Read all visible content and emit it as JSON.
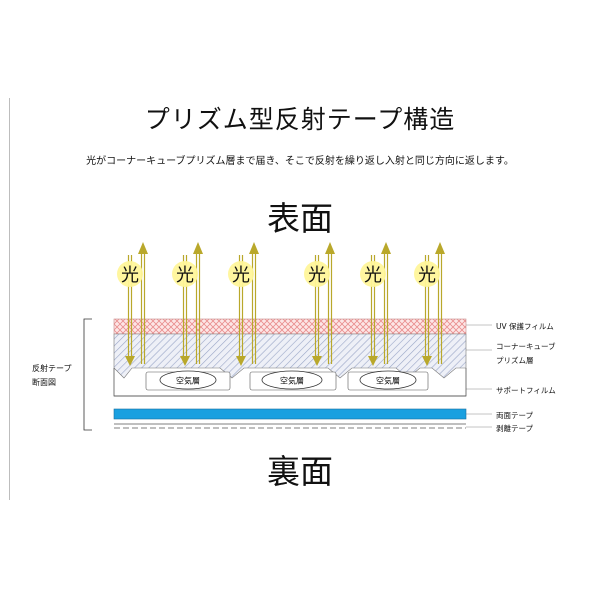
{
  "title": "プリズム型反射テープ構造",
  "description": "光がコーナーキューブプリズム層まで届き、そこで反射を繰り返し入射と同じ方向に返します。",
  "front_label": "表面",
  "back_label": "裏面",
  "side_label": [
    "反射テープ",
    "断面図"
  ],
  "light_label": "光",
  "air_label": "空気層",
  "layers": [
    {
      "label": "UV 保護フィルム"
    },
    {
      "label": "コーナーキューブ"
    },
    {
      "label": "プリズム層"
    },
    {
      "label": "サポートフィルム"
    },
    {
      "label": "両面テープ"
    },
    {
      "label": "剥離テープ"
    }
  ],
  "colors": {
    "uv_film": "#e98d8d",
    "prism": "#9aa6c7",
    "adhesive": "#1aa0e0",
    "arrow": "#b9a82b",
    "light_circle": "#fff59a"
  }
}
